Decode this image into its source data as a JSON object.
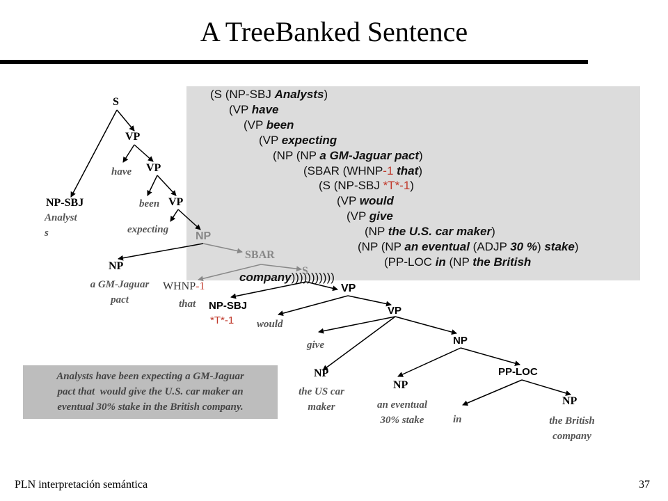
{
  "slide": {
    "title": "A TreeBanked Sentence",
    "footer_left": "PLN  interpretación semántica",
    "page_number": "37"
  },
  "bracketed": [
    {
      "parts": [
        {
          "t": "(S (NP-SBJ "
        },
        {
          "t": "Analysts",
          "i": true
        },
        {
          "t": ")"
        }
      ]
    },
    {
      "parts": [
        {
          "t": "(VP "
        },
        {
          "t": "have",
          "i": true
        }
      ]
    },
    {
      "parts": [
        {
          "t": "(VP "
        },
        {
          "t": "been",
          "i": true
        }
      ]
    },
    {
      "parts": [
        {
          "t": "(VP "
        },
        {
          "t": "expecting",
          "i": true
        }
      ]
    },
    {
      "parts": [
        {
          "t": "(NP (NP "
        },
        {
          "t": "a GM-Jaguar pact",
          "i": true
        },
        {
          "t": ")"
        }
      ]
    },
    {
      "parts": [
        {
          "t": "(SBAR (WHNP"
        },
        {
          "t": "-1",
          "r": true
        },
        {
          "t": " "
        },
        {
          "t": "that",
          "i": true
        },
        {
          "t": ")"
        }
      ]
    },
    {
      "parts": [
        {
          "t": "(S (NP-SBJ "
        },
        {
          "t": "*T*-1",
          "r": true
        },
        {
          "t": ")"
        }
      ]
    },
    {
      "parts": [
        {
          "t": "(VP "
        },
        {
          "t": "would",
          "i": true
        }
      ]
    },
    {
      "parts": [
        {
          "t": "(VP "
        },
        {
          "t": "give",
          "i": true
        }
      ]
    },
    {
      "parts": [
        {
          "t": "(NP "
        },
        {
          "t": "the U.S. car maker",
          "i": true
        },
        {
          "t": ")"
        }
      ]
    },
    {
      "parts": [
        {
          "t": "(NP (NP "
        },
        {
          "t": "an eventual",
          "i": true
        },
        {
          "t": " (ADJP "
        },
        {
          "t": "30 %",
          "i": true
        },
        {
          "t": ") "
        },
        {
          "t": "stake",
          "i": true
        },
        {
          "t": ")"
        }
      ]
    },
    {
      "parts": [
        {
          "t": "(PP-LOC "
        },
        {
          "t": "in",
          "i": true
        },
        {
          "t": " (NP "
        },
        {
          "t": "the British",
          "i": true
        }
      ]
    },
    {
      "parts": [
        {
          "t": "company",
          "i": true
        },
        {
          "t": ")))))))))))"
        }
      ]
    }
  ],
  "tree": {
    "S": "S",
    "VP1": "VP",
    "have": "have",
    "VP2": "VP",
    "NP_SBJ": "NP-SBJ",
    "analysts": "Analyst\ns",
    "been": "been",
    "VP3": "VP",
    "expecting": "expecting",
    "NP_top": "NP",
    "SBAR": "SBAR",
    "NP_gm": "NP",
    "gm_pact": "a GM-Jaguar\npact",
    "S2": "S",
    "WHNP": "WHNP-1",
    "that": "that",
    "VP4": "VP",
    "NP_SBJ2": "NP-SBJ",
    "trace": "*T*-1",
    "would": "would",
    "VP5": "VP",
    "give": "give",
    "NP_car": "NP",
    "car_maker": "the US car\nmaker",
    "NP_mid": "NP",
    "NP_stake": "NP",
    "stake": "an eventual\n30% stake",
    "PP_LOC": "PP-LOC",
    "in": "in",
    "NP_brit": "NP",
    "british": "the British\ncompany"
  },
  "summary": "Analysts have been expecting a GM-Jaguar\npact that  would give the U.S. car maker an\neventual 30% stake in the British company."
}
